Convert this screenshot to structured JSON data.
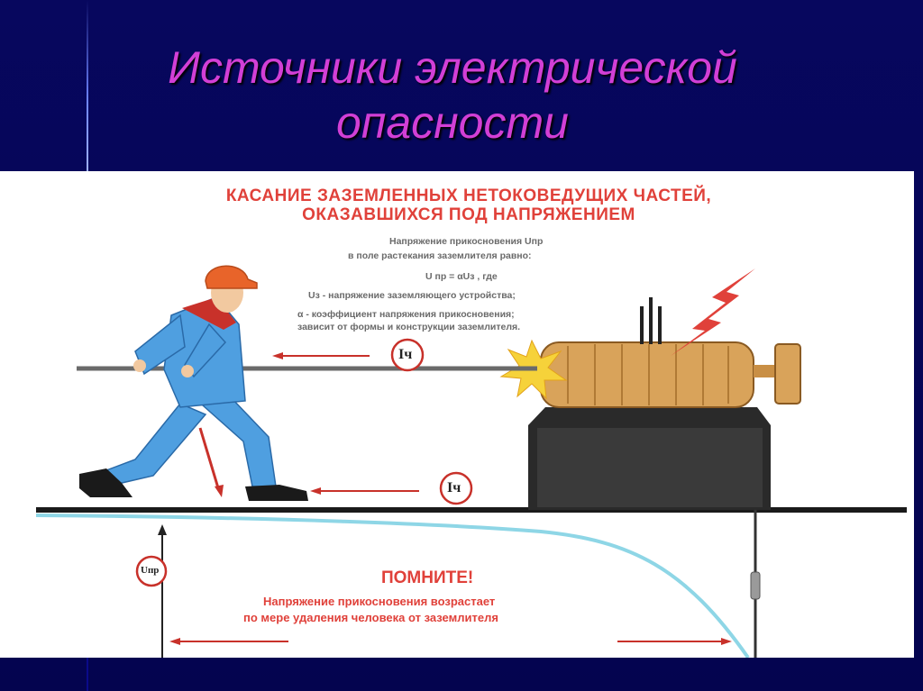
{
  "slide": {
    "title_line1": "Источники электрической",
    "title_line2": "опасности"
  },
  "poster": {
    "heading_line1": "КАСАНИЕ ЗАЗЕМЛЕННЫХ НЕТОКОВЕДУЩИХ ЧАСТЕЙ,",
    "heading_line2": "ОКАЗАВШИХСЯ ПОД НАПРЯЖЕНИЕМ",
    "formula_lines": [
      "Напряжение прикосновения Uпр",
      "в поле растекания заземлителя равно:",
      "U пр = αUз , где",
      "Uз  - напряжение заземляющего устройства;",
      "α - коэффициент напряжения прикосновения;",
      "зависит от формы и конструкции заземлителя."
    ],
    "current_label_top": "Iч",
    "current_label_bottom": "Iч",
    "voltage_label": "Uпр",
    "remember_title": "ПОМНИТЕ!",
    "remember_line1": "Напряжение прикосновения возрастает",
    "remember_line2": "по мере удаления человека от заземлителя"
  },
  "colors": {
    "background": "#05055a",
    "title": "#d23fd6",
    "accent_red": "#e0413a",
    "worker_blue": "#4f9fe0",
    "helmet": "#e8642a",
    "curve": "#8ed6e6"
  }
}
